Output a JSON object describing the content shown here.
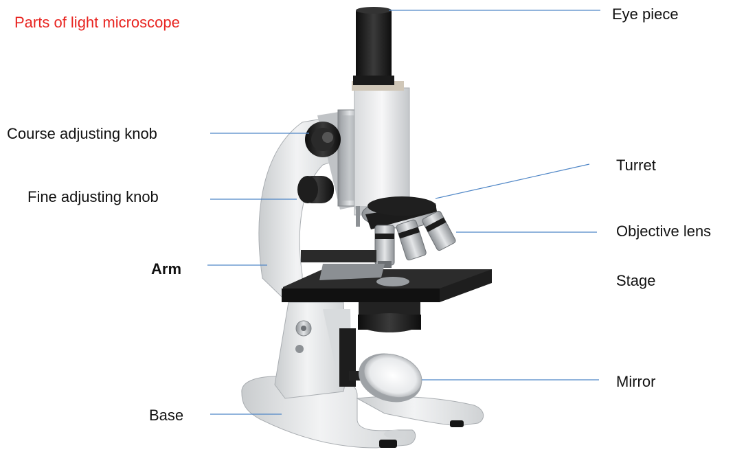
{
  "title": "Parts of light microscope",
  "colors": {
    "title": "#e8231f",
    "leader_line": "#4f86c6",
    "microscope_body": "#e9ebec",
    "microscope_dark": "#1c1c1c",
    "metal": "#b8bcc0"
  },
  "labels": {
    "eye_piece": "Eye piece",
    "course_knob": "Course adjusting knob",
    "fine_knob": "Fine adjusting knob",
    "turret": "Turret",
    "objective_lens": "Objective lens",
    "arm": "Arm",
    "stage": "Stage",
    "mirror": "Mirror",
    "base": "Base"
  }
}
